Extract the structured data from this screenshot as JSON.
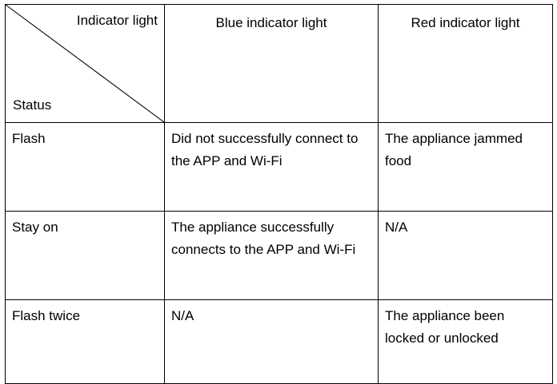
{
  "document": {
    "title": "Indicator light status table",
    "type": "table"
  },
  "table": {
    "corner": {
      "top_label": "Indicator light",
      "bottom_label": "Status",
      "diagonal": "diagonal-divider"
    },
    "columns": [
      {
        "key": "status",
        "label": "Indicator light"
      },
      {
        "key": "blue",
        "label": "Blue indicator light"
      },
      {
        "key": "red",
        "label": "Red indicator light"
      }
    ],
    "rows": [
      {
        "status": "Flash",
        "blue": "Did not successfully connect to the APP and Wi-Fi",
        "red": "The appliance jammed food"
      },
      {
        "status": "Stay on",
        "blue": "The appliance successfully connects to the APP and Wi-Fi",
        "red": "N/A"
      },
      {
        "status": "Flash twice",
        "blue": "N/A",
        "red": "The appliance been locked or unlocked"
      }
    ]
  },
  "colors": {
    "text": "#000000",
    "border": "#000000",
    "background": "#ffffff"
  }
}
